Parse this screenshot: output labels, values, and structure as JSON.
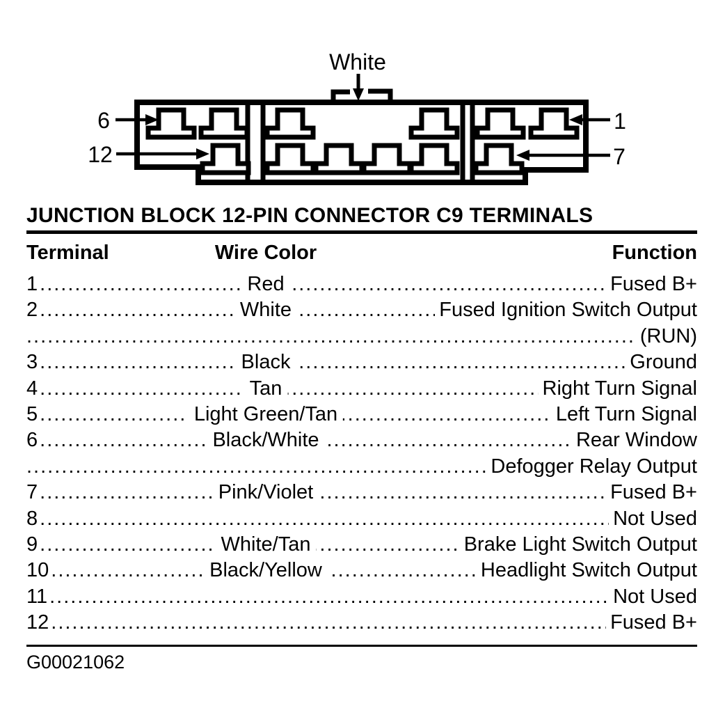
{
  "colors": {
    "ink": "#000000",
    "paper": "#ffffff"
  },
  "diagram": {
    "wire_label": "White",
    "callouts": {
      "top_left": "6",
      "bottom_left": "12",
      "top_right": "1",
      "bottom_right": "7"
    }
  },
  "title": "JUNCTION BLOCK 12-PIN CONNECTOR C9 TERMINALS",
  "table": {
    "headers": {
      "terminal": "Terminal",
      "wire_color": "Wire Color",
      "function": "Function"
    },
    "rows": [
      {
        "terminal": "1",
        "wire_color": "Red",
        "function_lines": [
          "Fused B+"
        ]
      },
      {
        "terminal": "2",
        "wire_color": "White",
        "function_lines": [
          "Fused Ignition Switch Output",
          "(RUN)"
        ]
      },
      {
        "terminal": "3",
        "wire_color": "Black",
        "function_lines": [
          "Ground"
        ]
      },
      {
        "terminal": "4",
        "wire_color": "Tan",
        "function_lines": [
          "Right Turn Signal"
        ]
      },
      {
        "terminal": "5",
        "wire_color": "Light Green/Tan",
        "function_lines": [
          "Left Turn Signal"
        ]
      },
      {
        "terminal": "6",
        "wire_color": "Black/White",
        "function_lines": [
          "Rear Window",
          "Defogger Relay Output"
        ]
      },
      {
        "terminal": "7",
        "wire_color": "Pink/Violet",
        "function_lines": [
          "Fused B+"
        ]
      },
      {
        "terminal": "8",
        "wire_color": "",
        "function_lines": [
          "Not Used"
        ]
      },
      {
        "terminal": "9",
        "wire_color": "White/Tan",
        "function_lines": [
          "Brake Light Switch Output"
        ]
      },
      {
        "terminal": "10",
        "wire_color": "Black/Yellow",
        "function_lines": [
          "Headlight Switch Output"
        ]
      },
      {
        "terminal": "11",
        "wire_color": "",
        "function_lines": [
          "Not Used"
        ]
      },
      {
        "terminal": "12",
        "wire_color": "",
        "function_lines": [
          "Fused B+"
        ]
      }
    ]
  },
  "footer": {
    "figure_code": "G00021062"
  }
}
